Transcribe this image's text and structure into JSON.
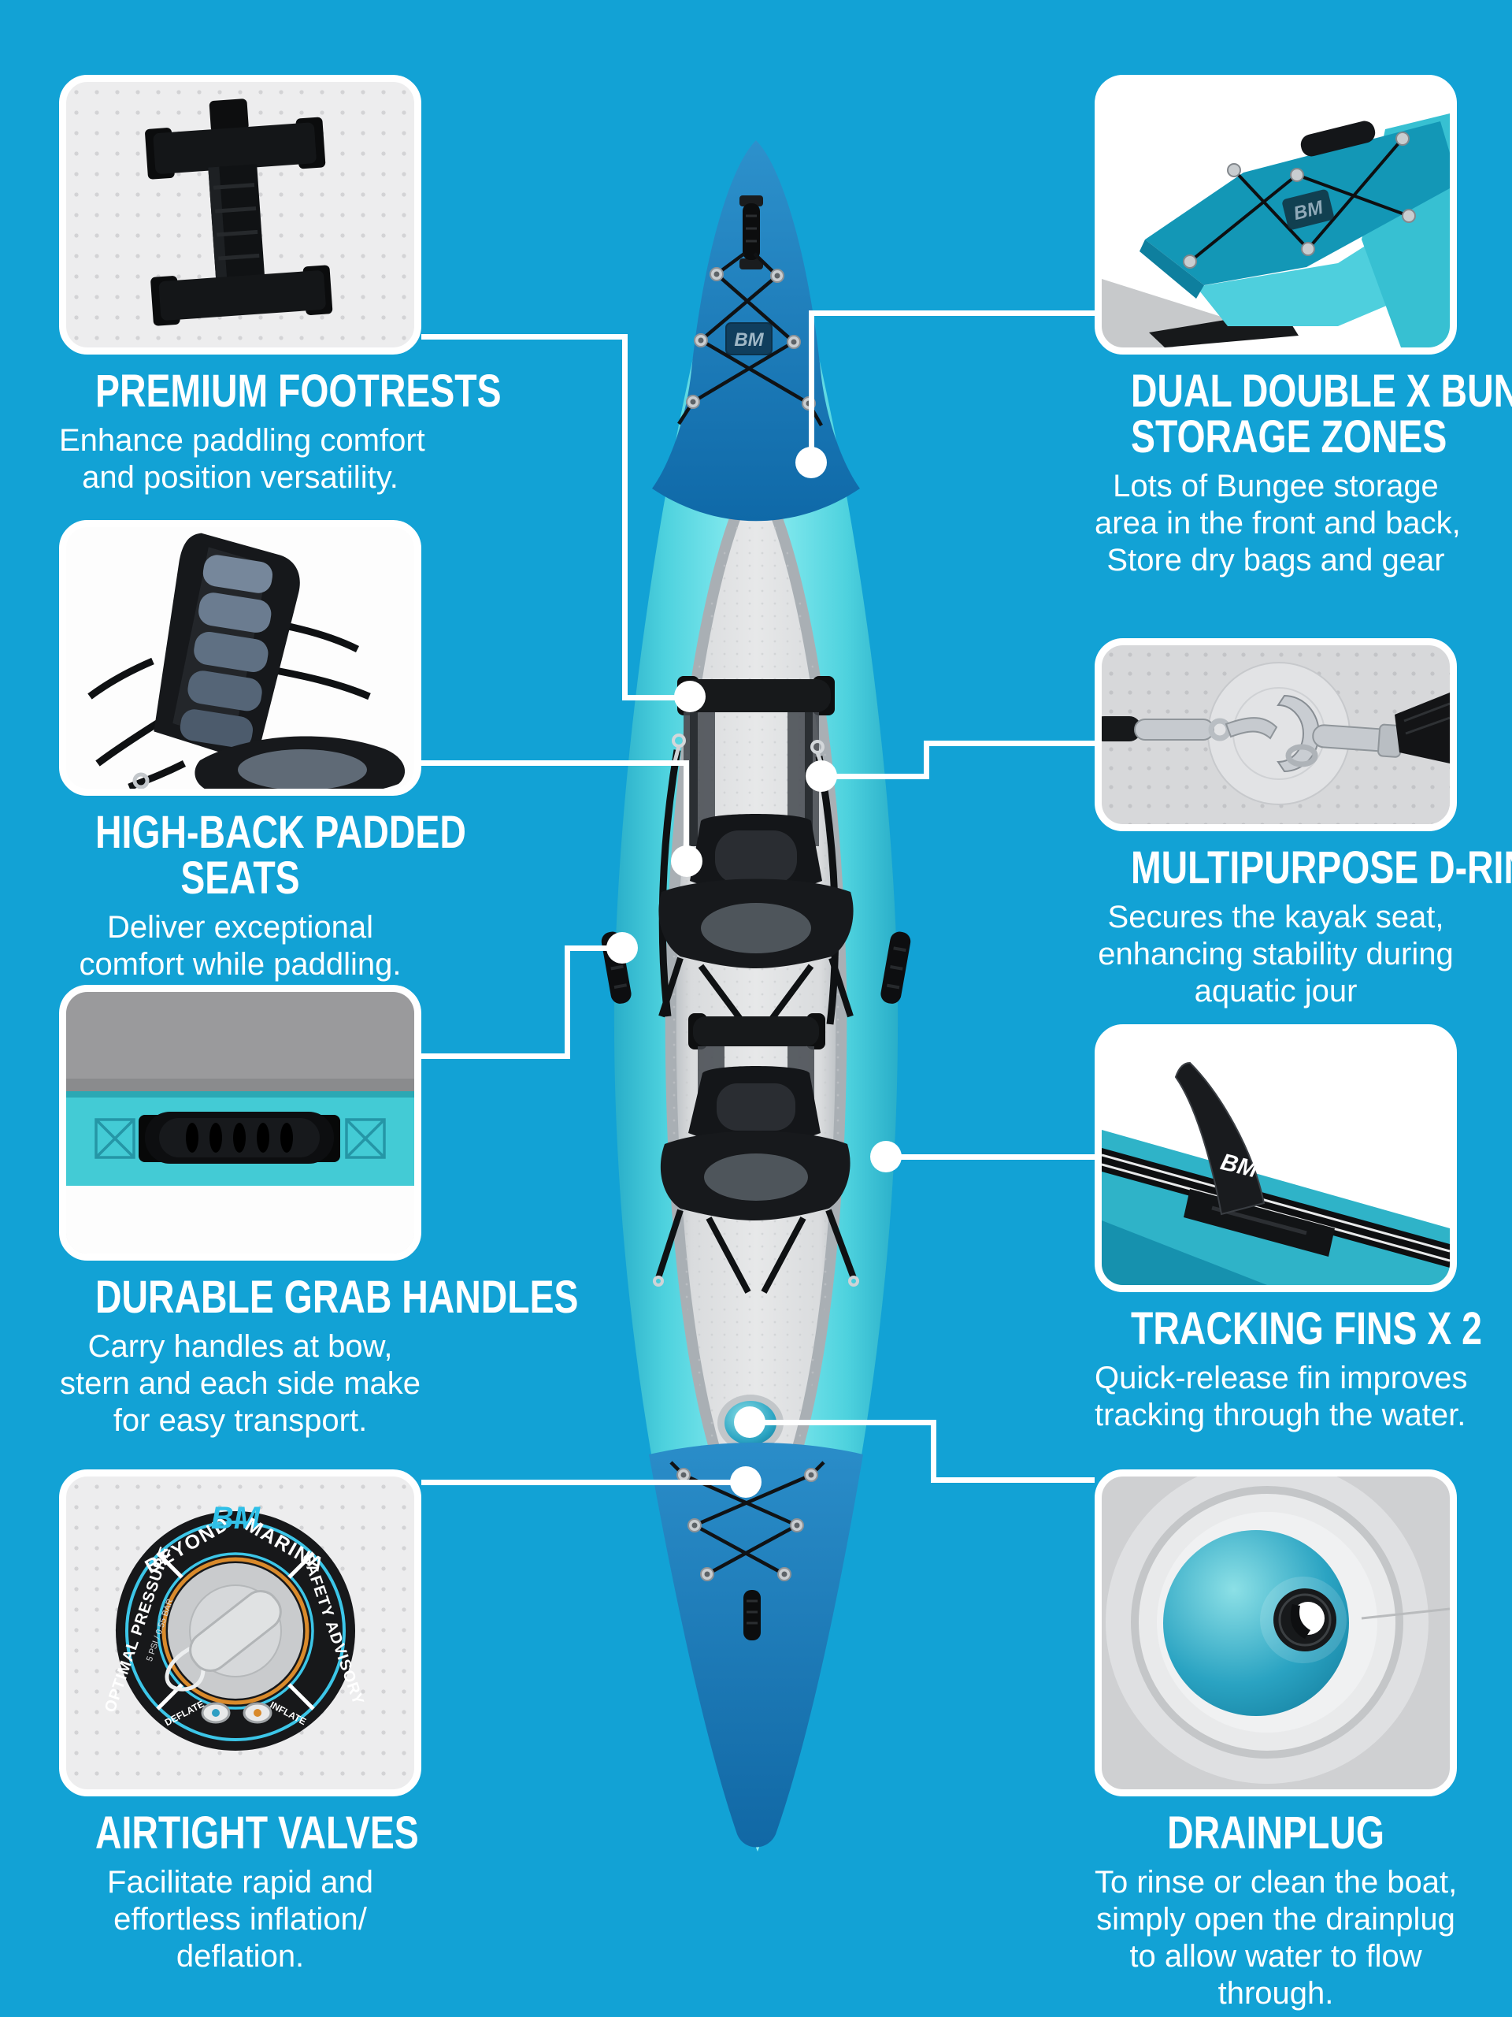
{
  "page": {
    "type": "product-feature-infographic",
    "subject": "inflatable tandem kayak"
  },
  "colors": {
    "background": "#12A2D5",
    "tube_teal": "#4ED2DE",
    "cover_blue": "#1D7CBA",
    "connector_white": "#FFFFFF"
  },
  "brand": {
    "logo": "BM"
  },
  "features": {
    "left": [
      {
        "id": "premium-footrests",
        "title_lines": [
          "PREMIUM FOOTRESTS"
        ],
        "lines": [
          "Enhance paddling comfort",
          "and position versatility."
        ]
      },
      {
        "id": "high-back-padded-seats",
        "title_lines": [
          "HIGH-BACK PADDED",
          "SEATS"
        ],
        "lines": [
          "Deliver exceptional",
          "comfort while paddling."
        ]
      },
      {
        "id": "durable-grab-handles",
        "title_lines": [
          "DURABLE GRAB HANDLES"
        ],
        "lines": [
          "Carry handles at bow,",
          "stern and each side make",
          "for easy transport."
        ]
      },
      {
        "id": "airtight-valves",
        "title_lines": [
          "AIRTIGHT VALVES"
        ],
        "lines": [
          "Facilitate rapid and",
          "effortless inflation/",
          "deflation."
        ]
      }
    ],
    "right": [
      {
        "id": "dual-double-x-bungee-storage-zones",
        "title_lines": [
          "DUAL DOUBLE X BUNGEE",
          "STORAGE ZONES"
        ],
        "lines": [
          "Lots of Bungee storage",
          "area in the front and back,",
          "Store dry bags and gear"
        ]
      },
      {
        "id": "multipurpose-d-ring",
        "title_lines": [
          "MULTIPURPOSE D-RING"
        ],
        "lines": [
          "Secures the kayak seat,",
          "enhancing stability during",
          "aquatic jour"
        ]
      },
      {
        "id": "tracking-fins-x-2",
        "title_lines": [
          "TRACKING FINS X 2"
        ],
        "lines": [
          "Quick-release fin improves",
          "tracking through the water."
        ]
      },
      {
        "id": "drainplug",
        "title_lines": [
          "DRAINPLUG"
        ],
        "lines": [
          "To rinse or clean the boat,",
          "simply open the drainplug",
          "to allow water to flow",
          "through."
        ]
      }
    ]
  },
  "valve_badge": {
    "brand_left": "BEYOND",
    "brand_logo": "BM",
    "brand_right": "MARINA",
    "left_label": "OPTIMAL PRESSURE",
    "left_sublabel": "5 PSI / 0.55 BAR",
    "right_label": "SAFETY ADVISORY",
    "bottom_left_label": "DEFLATE",
    "bottom_right_label": "INFLATE"
  }
}
